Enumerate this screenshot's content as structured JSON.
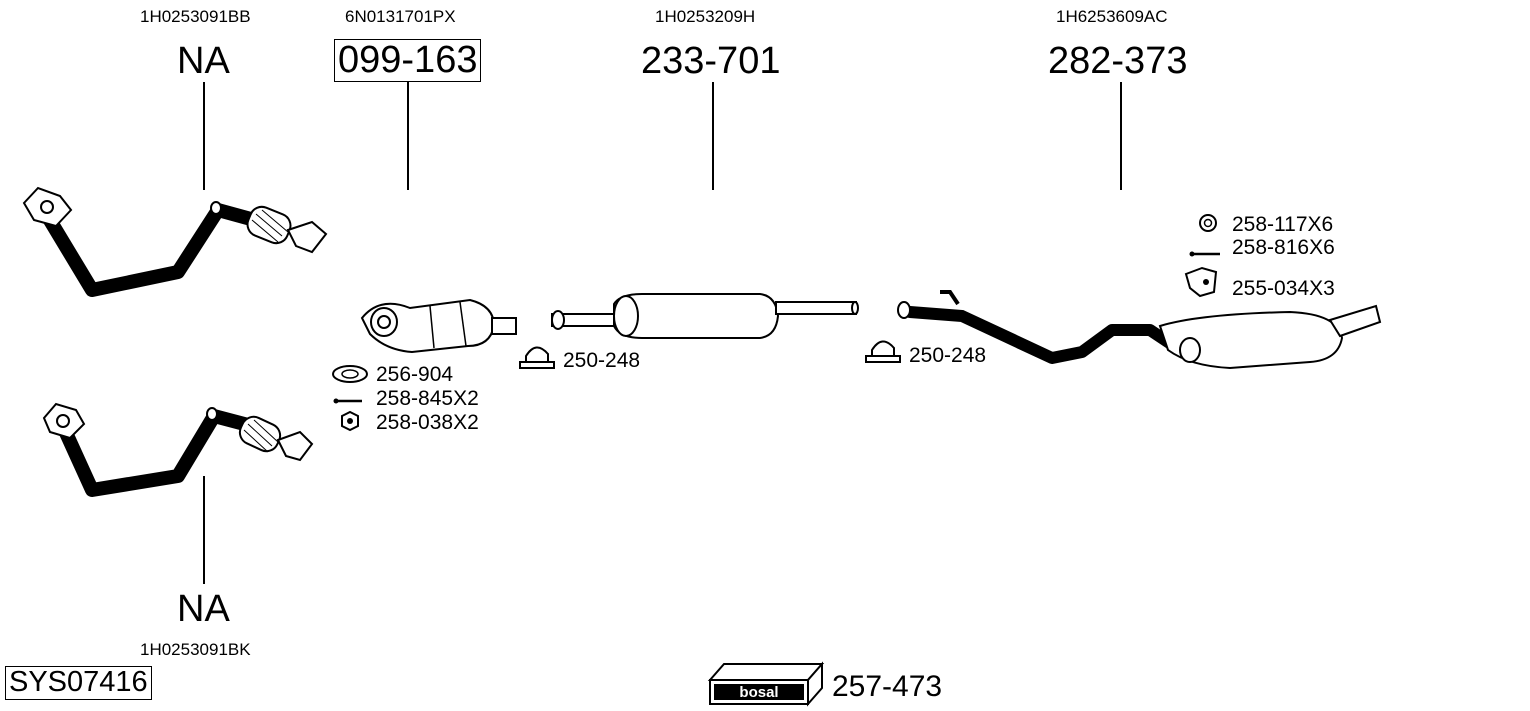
{
  "columns": [
    {
      "oem": "1H0253091BB",
      "part": "NA"
    },
    {
      "oem": "6N0131701PX",
      "part": "099-163"
    },
    {
      "oem": "1H0253209H",
      "part": "233-701"
    },
    {
      "oem": "1H6253609AC",
      "part": "282-373"
    }
  ],
  "lower": {
    "oem": "1H0253091BK",
    "part": "NA"
  },
  "accessories": {
    "cat_gasket": "256-904",
    "cat_bolt": "258-845X2",
    "cat_nut": "258-038X2",
    "clamp_front": "250-248",
    "clamp_rear": "250-248",
    "rear_ring": "258-117X6",
    "rear_bolt": "258-816X6",
    "rear_hanger": "255-034X3"
  },
  "system_id": "SYS07416",
  "kit": {
    "logo_text": "bosal",
    "number": "257-473"
  }
}
